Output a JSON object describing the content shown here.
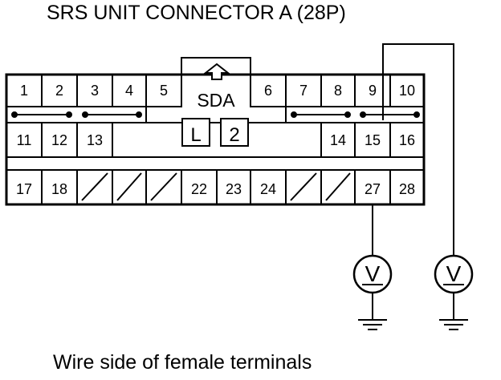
{
  "title": "SRS UNIT CONNECTOR A (28P)",
  "caption": "Wire side of female terminals",
  "connector": {
    "label": "SDA",
    "key_box_left": "L",
    "key_box_right": "2",
    "row1": [
      "1",
      "2",
      "3",
      "4",
      "5",
      "6",
      "7",
      "8",
      "9",
      "10"
    ],
    "row2": [
      "11",
      "12",
      "13",
      "14",
      "15",
      "16"
    ],
    "row3": [
      "17",
      "18",
      "22",
      "23",
      "24",
      "27",
      "28"
    ],
    "shorting_bars": [
      [
        "1",
        "2"
      ],
      [
        "3",
        "4"
      ],
      [
        "7",
        "8"
      ],
      [
        "9",
        "10"
      ]
    ]
  },
  "meters": [
    {
      "symbol": "V",
      "probe_terminal": "27"
    },
    {
      "symbol": "V",
      "probe_terminal": "15"
    }
  ]
}
